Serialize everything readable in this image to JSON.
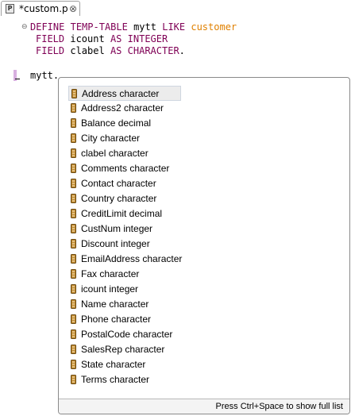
{
  "tab": {
    "icon_letter": "P",
    "title": "*custom.p",
    "close_glyph": "⊗"
  },
  "editor": {
    "collapse_glyph": "⊖",
    "line1": {
      "kw_define": "DEFINE",
      "kw_temptable": "TEMP-TABLE",
      "name": "mytt",
      "kw_like": "LIKE",
      "table": "customer"
    },
    "line2": {
      "kw_field": "FIELD",
      "name": "icount",
      "kw_as": "AS",
      "type": "INTEGER"
    },
    "line3": {
      "kw_field": "FIELD",
      "name": "clabel",
      "kw_as": "AS",
      "type": "CHARACTER",
      "terminator": "."
    },
    "line4": {
      "text": "mytt."
    }
  },
  "content_assist": {
    "items": [
      {
        "label": "Address character"
      },
      {
        "label": "Address2 character"
      },
      {
        "label": "Balance decimal"
      },
      {
        "label": "City character"
      },
      {
        "label": "clabel character"
      },
      {
        "label": "Comments character"
      },
      {
        "label": "Contact character"
      },
      {
        "label": "Country character"
      },
      {
        "label": "CreditLimit decimal"
      },
      {
        "label": "CustNum integer"
      },
      {
        "label": "Discount integer"
      },
      {
        "label": "EmailAddress character"
      },
      {
        "label": "Fax character"
      },
      {
        "label": "icount integer"
      },
      {
        "label": "Name character"
      },
      {
        "label": "Phone character"
      },
      {
        "label": "PostalCode character"
      },
      {
        "label": "SalesRep character"
      },
      {
        "label": "State character"
      },
      {
        "label": "Terms character"
      }
    ],
    "selected_index": 0,
    "footer": "Press Ctrl+Space to show full list"
  },
  "icons": {
    "tab_file": "progress-file-icon",
    "item": "field-icon"
  },
  "colors": {
    "keyword": "#7f0055",
    "table_name": "#e08000",
    "selection_bg": "#ececec",
    "field_icon": "#c08a30"
  }
}
